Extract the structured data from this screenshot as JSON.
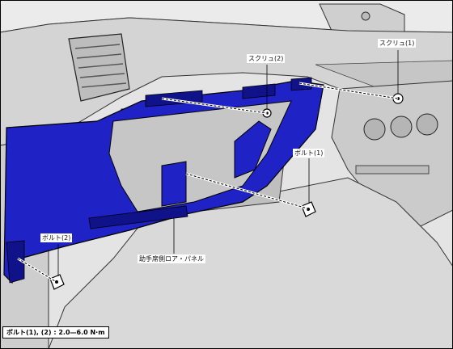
{
  "labels": {
    "screw_1": "スクリュ(1)",
    "screw_2": "スクリュ(2)",
    "bolt_1": "ボルト(1)",
    "bolt_2": "ボルト(2)",
    "panel": "助手席側ロア・パネル"
  },
  "torque_note": "ボルト(1), (2) : 2.0—6.0 N·m",
  "colors": {
    "panel": "#1f22c4",
    "panel_shade": "#10128a",
    "interior": "#dcdcdc",
    "interior_dark": "#a8a8a8",
    "line": "#222222"
  }
}
